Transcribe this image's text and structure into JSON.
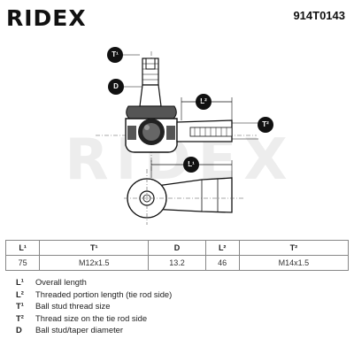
{
  "header": {
    "brand": "RIDEX",
    "part_number": "914T0143"
  },
  "diagram": {
    "watermark": "RIDEX",
    "tags": {
      "t1": "T¹",
      "d": "D",
      "l2": "L²",
      "t2": "T²",
      "l1": "L¹"
    }
  },
  "specs": {
    "headers": [
      "L¹",
      "T¹",
      "D",
      "L²",
      "T²"
    ],
    "values": [
      "75",
      "M12x1.5",
      "13.2",
      "46",
      "M14x1.5"
    ]
  },
  "legend": [
    {
      "key": "L¹",
      "text": "Overall length"
    },
    {
      "key": "L²",
      "text": "Threaded portion length (tie rod side)"
    },
    {
      "key": "T¹",
      "text": "Ball stud thread size"
    },
    {
      "key": "T²",
      "text": "Thread size on the tie rod side"
    },
    {
      "key": "D",
      "text": "Ball stud/taper diameter"
    }
  ]
}
